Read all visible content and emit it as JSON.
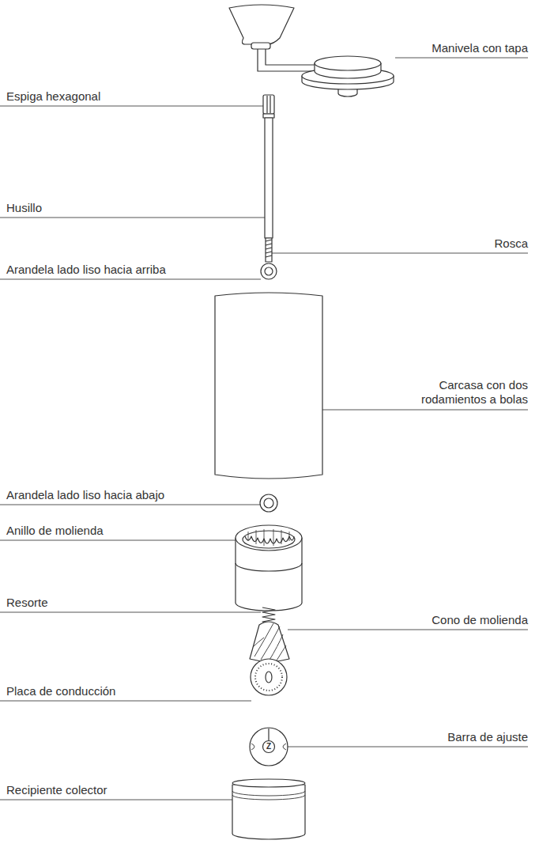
{
  "diagram": {
    "labels": [
      "Manivela con tapa",
      "Espiga hexagonal",
      "Husillo",
      "Rosca",
      "Arandela lado liso hacia arriba",
      "Carcasa con dos rodamientos a bolas",
      "Arandela lado liso hacia abajo",
      "Anillo de molienda",
      "Resorte",
      "Cono de molienda",
      "Placa de conducción",
      "Barra de ajuste",
      "Z",
      "Recipiente colector"
    ]
  }
}
